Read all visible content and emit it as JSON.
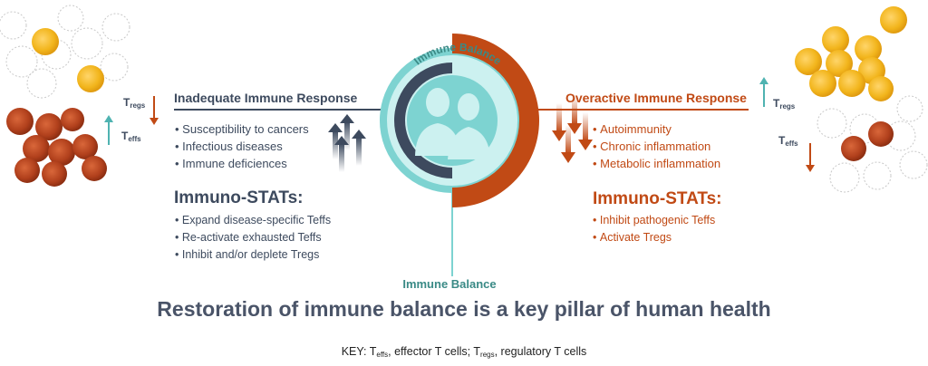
{
  "colors": {
    "navy": "#3d4a5e",
    "rust": "#c14a15",
    "teal": "#7dd3d1",
    "light_teal": "#ccf1f0",
    "gold": "#f2b51c",
    "cell_red": "#b1401c"
  },
  "left": {
    "title": "Inadequate Immune Response",
    "bullets": [
      "Susceptibility to cancers",
      "Infectious diseases",
      "Immune deficiences"
    ],
    "stats_heading": "Immuno-STATs:",
    "stats_bullets": [
      "Expand disease-specific Teffs",
      "Re-activate exhausted Teffs",
      "Inhibit and/or deplete Tregs"
    ]
  },
  "right": {
    "title": "Overactive Immune Response",
    "bullets": [
      "Autoimmunity",
      "Chronic inflammation",
      "Metabolic inflammation"
    ],
    "stats_heading": "Immuno-STATs:",
    "stats_bullets": [
      "Inhibit pathogenic Teffs",
      "Activate Tregs"
    ]
  },
  "center": {
    "arc_label": "Immune Balance",
    "bottom_label": "Immune Balance",
    "icon": "two-people-icon"
  },
  "tcells": {
    "t": "T",
    "regs": "regs",
    "effs": "effs"
  },
  "headline": "Restoration of immune balance is a key pillar of human health",
  "key": {
    "prefix": "KEY: T",
    "sub1": "effs",
    "mid": ", effector T cells; T",
    "sub2": "regs",
    "suffix": ", regulatory T cells"
  }
}
